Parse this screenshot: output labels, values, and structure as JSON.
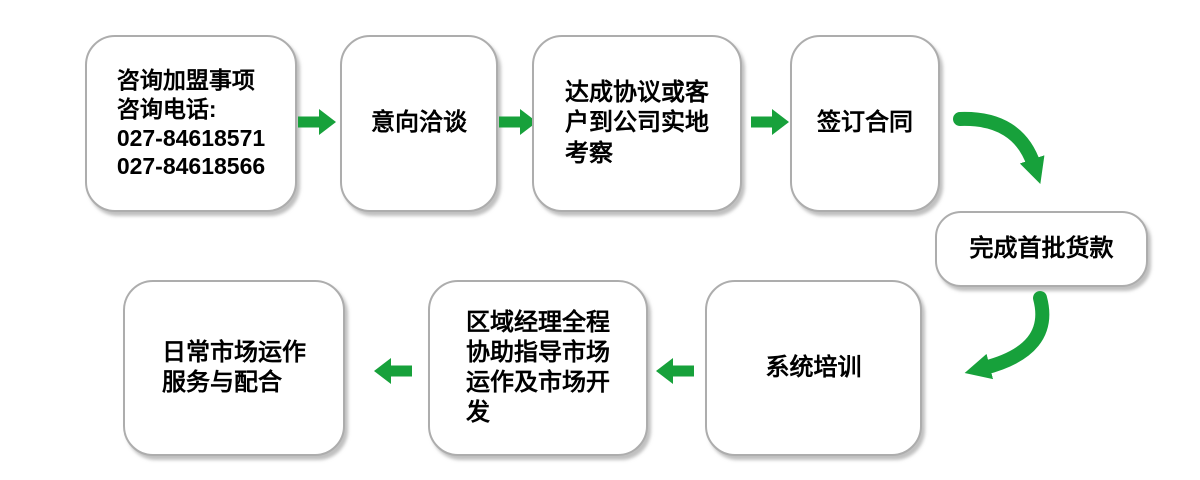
{
  "diagram": {
    "boxes": {
      "consult": "咨询加盟事项\n咨询电话:\n027-84618571\n027-84618566",
      "intent": "意向洽谈",
      "agreement": "达成协议或客\n户到公司实地\n考察",
      "contract": "签订合同",
      "payment": "完成首批货款",
      "training": "系统培训",
      "manager": "区域经理全程\n协助指导市场\n运作及市场开\n发",
      "daily": "日常市场运作\n服务与配合"
    }
  },
  "colors": {
    "arrow_green": "#17A13B",
    "box_border": "#ADADAD",
    "box_background": "#FFFFFF",
    "text_color": "#000000"
  }
}
